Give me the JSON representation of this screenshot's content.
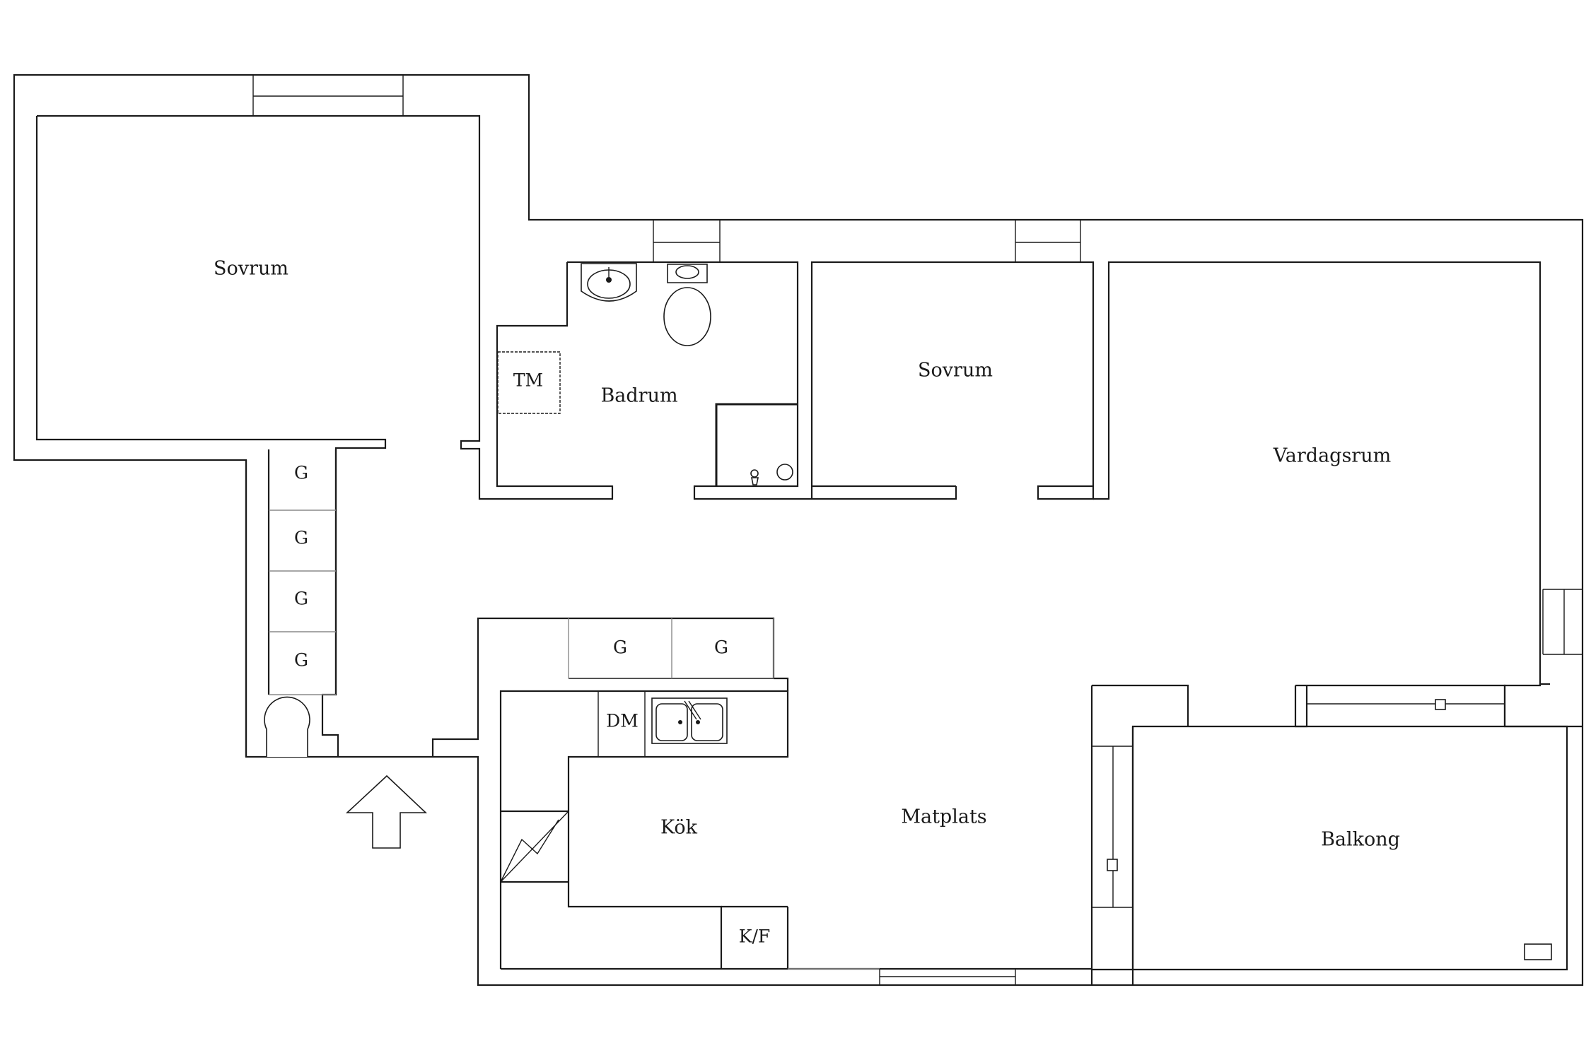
{
  "rooms": {
    "sovrum_left": "Sovrum",
    "badrum": "Badrum",
    "sovrum_middle": "Sovrum",
    "vardagsrum": "Vardagsrum",
    "kok": "Kök",
    "matplats": "Matplats",
    "balkong": "Balkong"
  },
  "fixtures": {
    "tm": "TM",
    "dm": "DM",
    "kf": "K/F",
    "closet": "G"
  },
  "icons": {
    "entrance": "entrance-arrow-icon",
    "washbasin": "washbasin-icon",
    "toilet": "toilet-icon",
    "shower": "shower-icon",
    "sink": "double-sink-icon",
    "stove": "stove-icon"
  }
}
